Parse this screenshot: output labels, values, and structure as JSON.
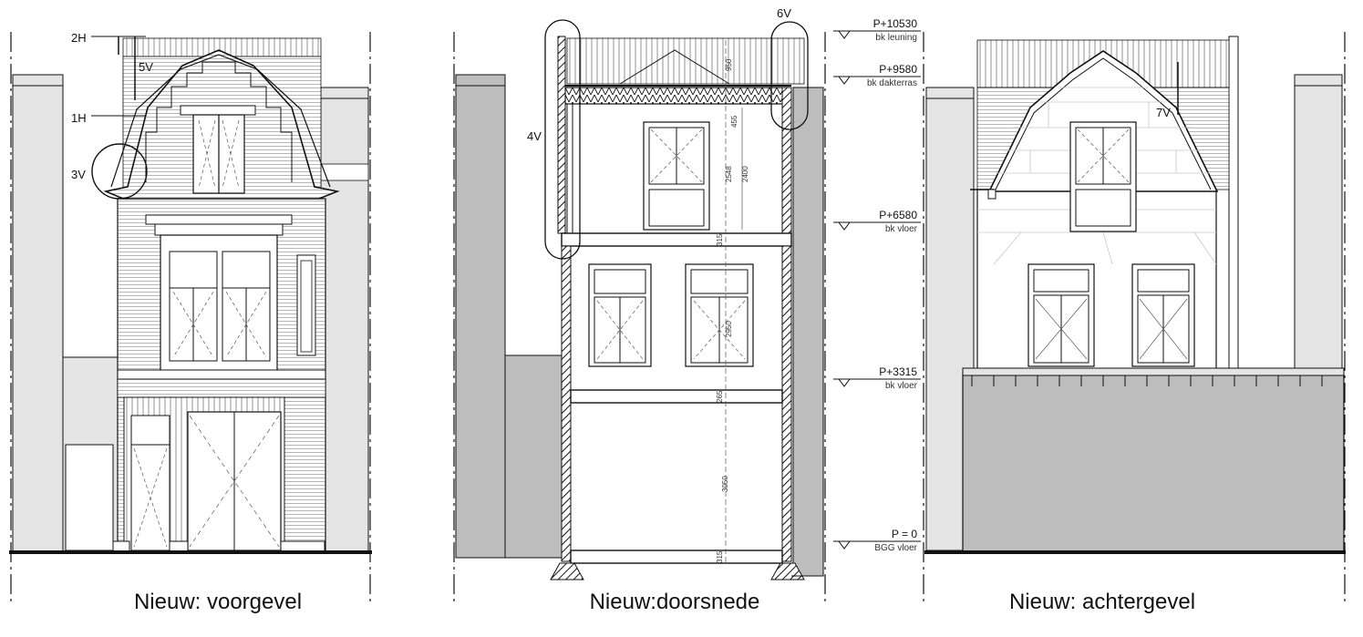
{
  "panels": {
    "front": {
      "caption": "Nieuw: voorgevel"
    },
    "section": {
      "caption": "Nieuw:doorsnede"
    },
    "rear": {
      "caption": "Nieuw: achtergevel"
    }
  },
  "markers": {
    "m2H": "2H",
    "m5V": "5V",
    "m1H": "1H",
    "m3V": "3V",
    "m4V": "4V",
    "m6V": "6V",
    "m7V": "7V"
  },
  "levels": [
    {
      "elevation": "P+10530",
      "label": "bk leuning"
    },
    {
      "elevation": "P+9580",
      "label": "bk dakterras"
    },
    {
      "elevation": "P+6580",
      "label": "bk vloer"
    },
    {
      "elevation": "P+3315",
      "label": "bk vloer"
    },
    {
      "elevation": "P = 0",
      "label": "BGG vloer"
    }
  ],
  "dimensions": {
    "d950": "950",
    "d455": "455",
    "d2548": "2548",
    "d2400": "2400",
    "d315a": "315",
    "d2950": "2950",
    "d265": "265",
    "d3050": "3050",
    "d315b": "315"
  },
  "colors": {
    "line": "#111111",
    "wall_grey": "#bdbdbd",
    "light_grey": "#e4e4e4"
  }
}
